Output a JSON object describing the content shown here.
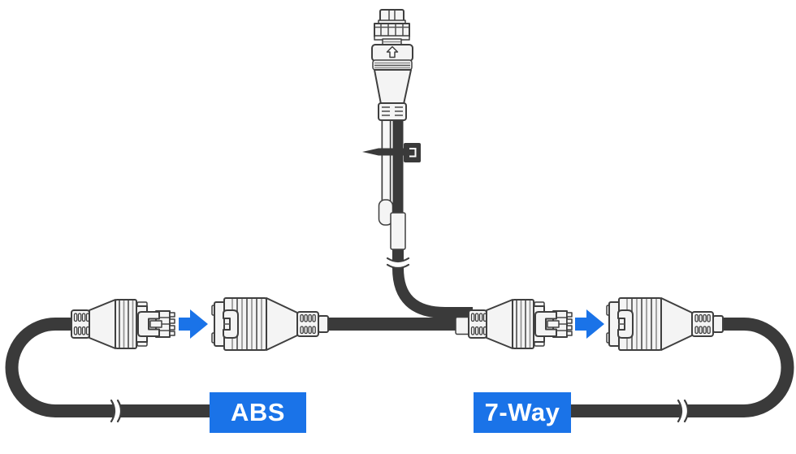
{
  "diagram": {
    "description": "Trailer harness connection diagram: top sensor plug with cable tie, Y-drop cable, and two connector pairs being plugged together",
    "labels": {
      "abs": "ABS",
      "seven_way": "7-Way"
    },
    "icons": {
      "plug_orientation": "up-arrow-icon",
      "connect_direction": "right-arrow-icon",
      "tie": "cable-tie-icon",
      "break": "cable-break-icon"
    },
    "colors": {
      "accent": "#1a73e8",
      "cable": "#3a3a3a",
      "outline": "#3f3f3f",
      "connector_fill": "#f4f4f4",
      "label_text": "#ffffff",
      "bg": "#ffffff"
    }
  }
}
